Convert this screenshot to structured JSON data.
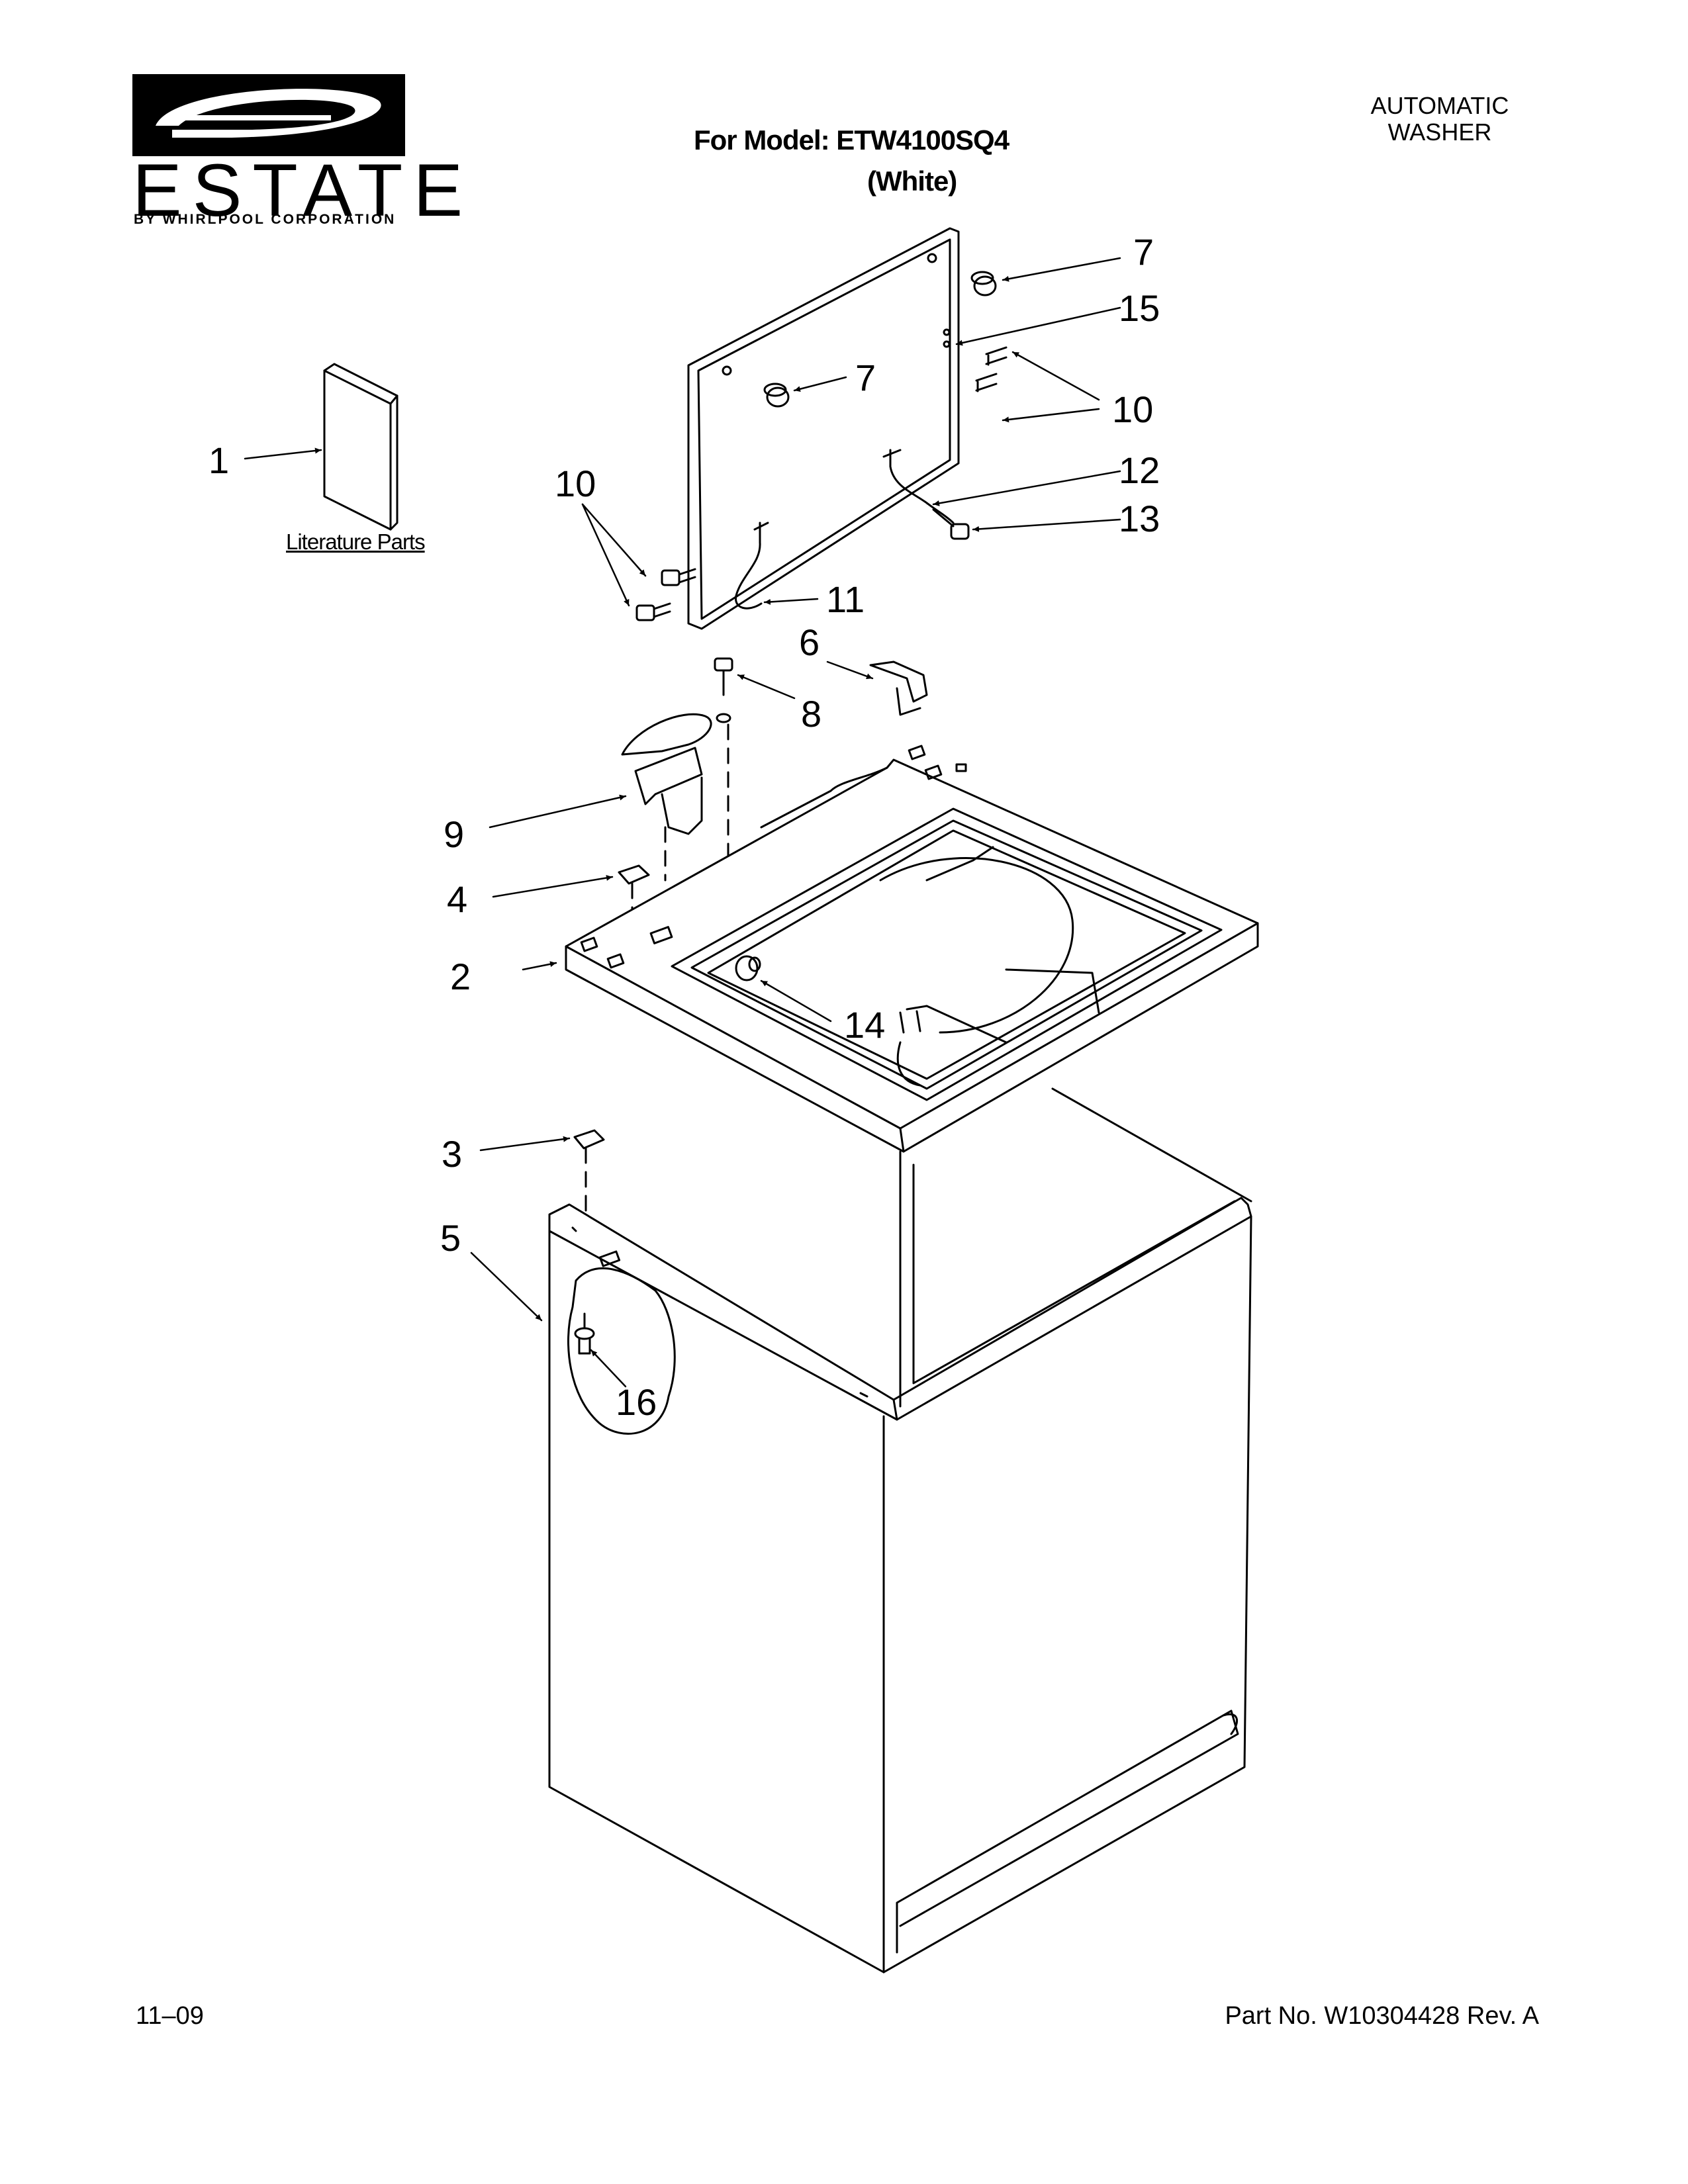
{
  "brand": {
    "name": "ESTATE",
    "subtitle": "BY WHIRLPOOL CORPORATION"
  },
  "header": {
    "document_type_line1": "AUTOMATIC",
    "document_type_line2": "WASHER",
    "model_line": "For Model: ETW4100SQ4",
    "model_color": "(White)"
  },
  "literature_label": "Literature Parts",
  "callouts": [
    "1",
    "2",
    "3",
    "4",
    "5",
    "6",
    "7",
    "7",
    "8",
    "9",
    "10",
    "10",
    "11",
    "12",
    "13",
    "14",
    "15",
    "16"
  ],
  "footer": {
    "date": "11–09",
    "part_number": "Part No. W10304428 Rev. A"
  },
  "colors": {
    "ink": "#000000",
    "paper": "#ffffff"
  }
}
